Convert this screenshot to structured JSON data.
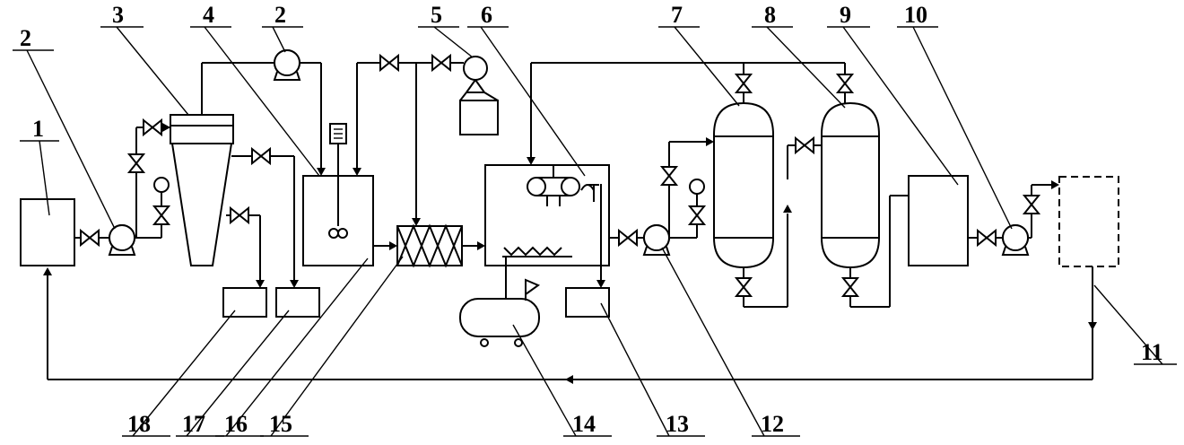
{
  "labels": {
    "n1": "1",
    "n2a": "2",
    "n2b": "2",
    "n3": "3",
    "n4": "4",
    "n5": "5",
    "n6": "6",
    "n7": "7",
    "n8": "8",
    "n9": "9",
    "n10": "10",
    "n11": "11",
    "n12": "12",
    "n13": "13",
    "n14": "14",
    "n15": "15",
    "n16": "16",
    "n17": "17",
    "n18": "18"
  },
  "colors": {
    "line": "#000000",
    "background": "#ffffff"
  }
}
